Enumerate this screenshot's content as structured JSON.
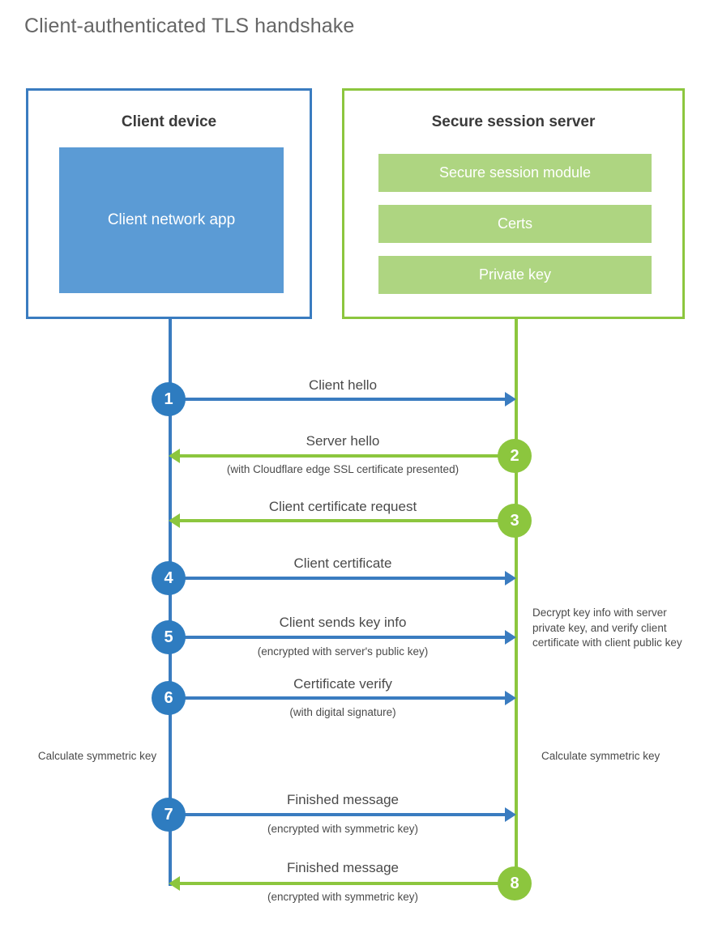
{
  "title": "Client-authenticated TLS handshake",
  "participants": {
    "client": {
      "title": "Client device",
      "block_label": "Client network app",
      "border_color": "#3a7cc0",
      "block_color": "#5b9bd5"
    },
    "server": {
      "title": "Secure session server",
      "border_color": "#8cc63e",
      "bar_color": "#aed581",
      "bars": [
        {
          "label": "Secure session module"
        },
        {
          "label": "Certs"
        },
        {
          "label": "Private key"
        }
      ]
    }
  },
  "colors": {
    "blue": "#3a7cc0",
    "blue_circle": "#2e7cc0",
    "green": "#8cc63e",
    "light_green": "#aed581",
    "light_blue": "#5b9bd5",
    "text": "#4a4a4a",
    "title_text": "#666666"
  },
  "steps": [
    {
      "number": "1",
      "label": "Client hello",
      "sublabel": "",
      "direction": "client-to-server",
      "color": "blue"
    },
    {
      "number": "2",
      "label": "Server hello",
      "sublabel": "(with Cloudflare edge SSL certificate presented)",
      "direction": "server-to-client",
      "color": "green"
    },
    {
      "number": "3",
      "label": "Client certificate request",
      "sublabel": "",
      "direction": "server-to-client",
      "color": "green"
    },
    {
      "number": "4",
      "label": "Client certificate",
      "sublabel": "",
      "direction": "client-to-server",
      "color": "blue"
    },
    {
      "number": "5",
      "label": "Client sends key info",
      "sublabel": "(encrypted with server's public key)",
      "direction": "client-to-server",
      "color": "blue"
    },
    {
      "number": "6",
      "label": "Certificate verify",
      "sublabel": "(with digital signature)",
      "direction": "client-to-server",
      "color": "blue"
    },
    {
      "number": "7",
      "label": "Finished message",
      "sublabel": "(encrypted with symmetric key)",
      "direction": "client-to-server",
      "color": "blue"
    },
    {
      "number": "8",
      "label": "Finished message",
      "sublabel": "(encrypted with symmetric key)",
      "direction": "server-to-client",
      "color": "green"
    }
  ],
  "annotations": {
    "decrypt_note": "Decrypt key info with server private key, and verify client certificate with client public key",
    "calculate_symmetric_key_client": "Calculate symmetric key",
    "calculate_symmetric_key_server": "Calculate symmetric key"
  }
}
